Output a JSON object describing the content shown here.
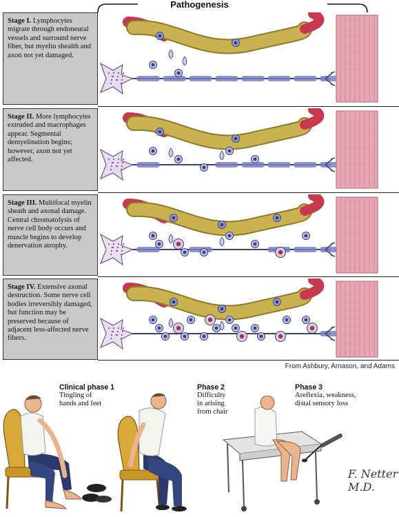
{
  "header": {
    "title": "Pathogenesis"
  },
  "stages": [
    {
      "name": "Stage I.",
      "text": "Lymphocytes migrate through endoneural vessels and surround nerve fiber, but myelin shealth and axon not yet damaged."
    },
    {
      "name": "Stage II.",
      "text": "More lymphocytes extruded and macrophages appear. Segmental demyelination begins; however, axon not yet affected."
    },
    {
      "name": "Stage III.",
      "text": "Multifocal myelin sheath and axonal damage. Central chromatolysis of nerve cell body occurs and muscle begins to develop denervation atrophy."
    },
    {
      "name": "Stage IV.",
      "text": "Extensive axonal destruction. Some nerve cell bodies irreversibly damaged, but function may be preserved because of adjacent less-affected nerve fibers."
    }
  ],
  "credit": "From Ashbury, Arnason, and Adams",
  "phases": [
    {
      "title": "Clinical phase 1",
      "lines": [
        "Tingling of",
        "hands and feet"
      ]
    },
    {
      "title": "Phase 2",
      "lines": [
        "Difficulty",
        "in arising",
        "from chair"
      ]
    },
    {
      "title": "Phase 3",
      "lines": [
        "Areflexia, weakness,",
        "distal sensory loss"
      ]
    }
  ],
  "signature": "F. Netter M.D.",
  "colors": {
    "vessel_red": "#c8394f",
    "vessel_gold": "#c9b24f",
    "nerve_blue": "#7a7fc4",
    "muscle_pink": "#e8a7b4",
    "stage_box": "#c9c9c9"
  }
}
